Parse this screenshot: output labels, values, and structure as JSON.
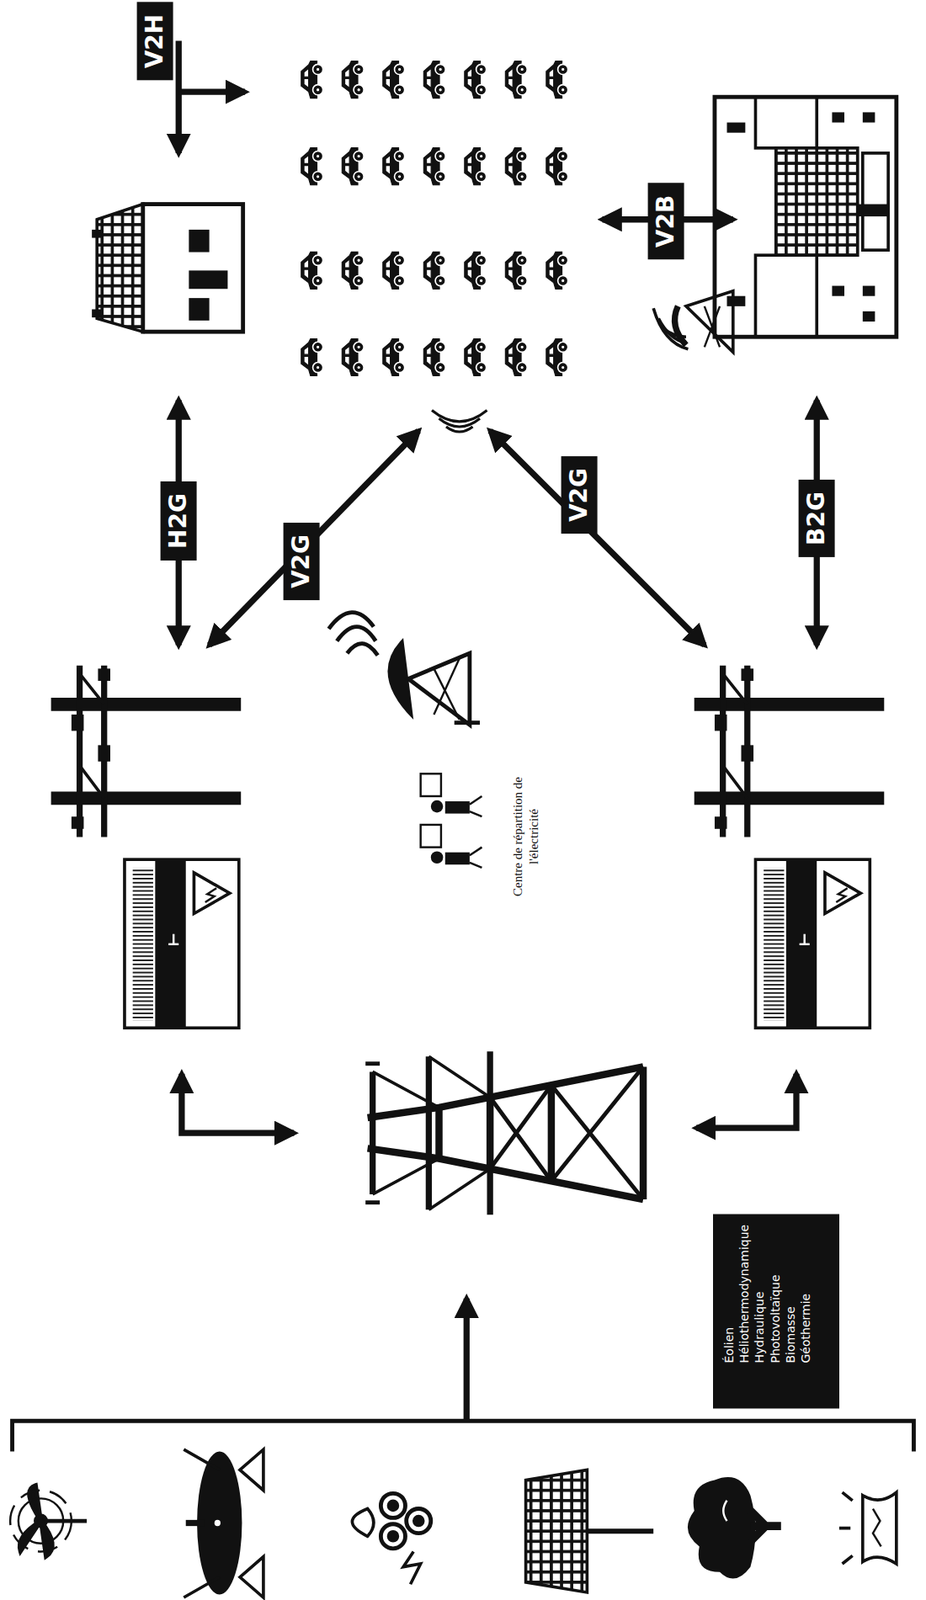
{
  "diagram": {
    "nodes": [
      {
        "text": [
          "Éolien",
          "Héliothermodynamique",
          "Hydraulique",
          "Photovoltaïque",
          "Biomasse",
          "Géothermie"
        ]
      }
    ],
    "labels": [
      "V2H",
      "V2B",
      "H2G",
      "V2G",
      "V2G",
      "B2G",
      "Centre de répartition de l'électricité"
    ]
  }
}
